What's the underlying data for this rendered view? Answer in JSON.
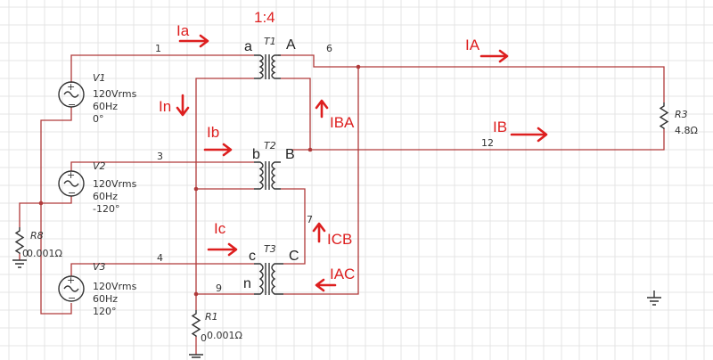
{
  "ratio": "1:4",
  "sources": [
    {
      "ref": "V1",
      "lines": [
        "120Vrms",
        "60Hz",
        "0°"
      ]
    },
    {
      "ref": "V2",
      "lines": [
        "120Vrms",
        "60Hz",
        "-120°"
      ]
    },
    {
      "ref": "V3",
      "lines": [
        "120Vrms",
        "60Hz",
        "120°"
      ]
    }
  ],
  "transformers": [
    {
      "ref": "T1",
      "primary": "a",
      "secondary": "A"
    },
    {
      "ref": "T2",
      "primary": "b",
      "secondary": "B"
    },
    {
      "ref": "T3",
      "primary": "c",
      "secondary": "C",
      "neutral": "n"
    }
  ],
  "resistors": [
    {
      "ref": "R3",
      "value": "4.8Ω"
    },
    {
      "ref": "R8",
      "value": "0.001Ω",
      "node": "0"
    },
    {
      "ref": "R1",
      "value": "0.001Ω",
      "node": "0"
    }
  ],
  "nets": [
    "1",
    "6",
    "3",
    "12",
    "4",
    "7",
    "9"
  ],
  "currents": [
    "Ia",
    "In",
    "Ib",
    "Ic",
    "IA",
    "IB",
    "IBA",
    "ICB",
    "IAC"
  ]
}
